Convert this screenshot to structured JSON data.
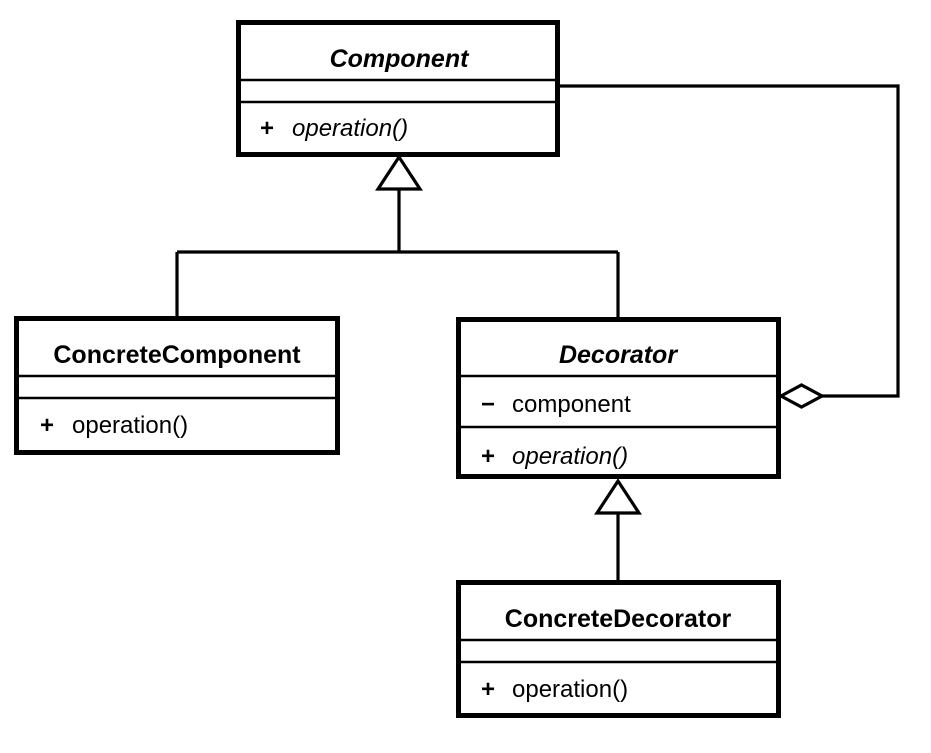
{
  "diagram": {
    "title": "Decorator Pattern UML Class Diagram",
    "notation": "UML class diagram",
    "background_color": "#ffffff",
    "line_color": "#000000",
    "fill_color": "#ffffff"
  },
  "classes": {
    "component": {
      "name": "Component",
      "is_abstract": true,
      "attributes": [],
      "operations": [
        {
          "visibility": "+",
          "label": "operation()",
          "is_abstract": true
        }
      ]
    },
    "concrete_component": {
      "name": "ConcreteComponent",
      "is_abstract": false,
      "attributes": [],
      "operations": [
        {
          "visibility": "+",
          "label": "operation()",
          "is_abstract": false
        }
      ]
    },
    "decorator": {
      "name": "Decorator",
      "is_abstract": true,
      "attributes": [
        {
          "visibility": "−",
          "label": "component",
          "is_abstract": false
        }
      ],
      "operations": [
        {
          "visibility": "+",
          "label": "operation()",
          "is_abstract": true
        }
      ]
    },
    "concrete_decorator": {
      "name": "ConcreteDecorator",
      "is_abstract": false,
      "attributes": [],
      "operations": [
        {
          "visibility": "+",
          "label": "operation()",
          "is_abstract": false
        }
      ]
    }
  },
  "relationships": [
    {
      "kind": "generalization",
      "from": "ConcreteComponent",
      "to": "Component",
      "label": ""
    },
    {
      "kind": "generalization",
      "from": "Decorator",
      "to": "Component",
      "label": ""
    },
    {
      "kind": "generalization",
      "from": "ConcreteDecorator",
      "to": "Decorator",
      "label": ""
    },
    {
      "kind": "aggregation",
      "from": "Decorator",
      "to": "Component",
      "label": ""
    }
  ]
}
